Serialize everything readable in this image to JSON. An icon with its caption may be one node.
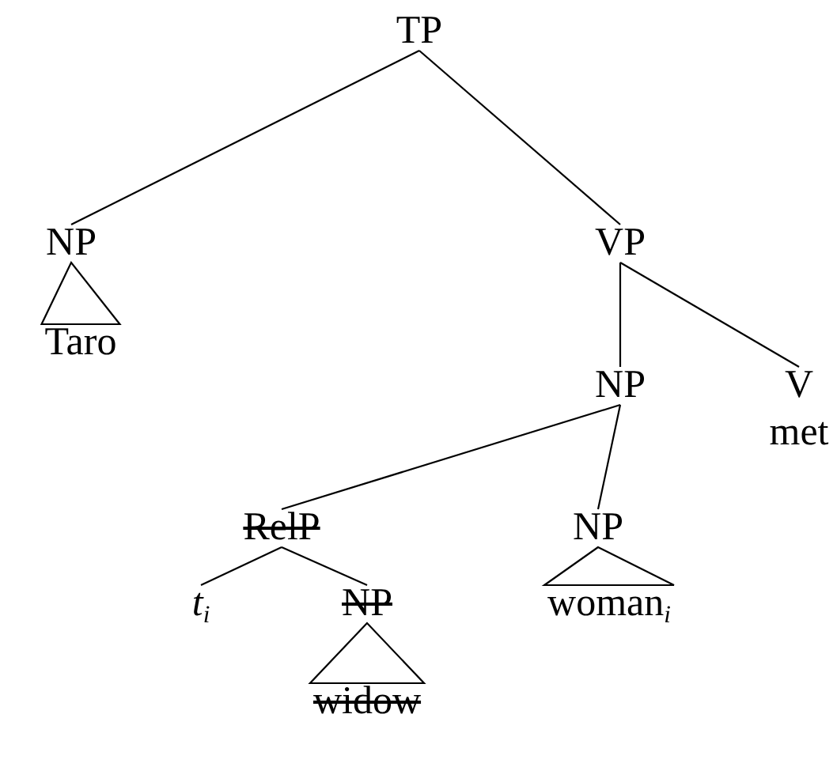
{
  "diagram": {
    "nodes": [
      {
        "text": [
          "TP"
        ]
      },
      {
        "text": [
          "NP"
        ]
      },
      {
        "text": [
          "Taro"
        ]
      },
      {
        "text": [
          "VP"
        ]
      },
      {
        "text": [
          "NP"
        ]
      },
      {
        "text": [
          "V"
        ],
        "beside": [
          "met"
        ]
      },
      {
        "text": [
          "RelP"
        ]
      },
      {
        "text": [
          "NP"
        ]
      },
      {
        "text": [
          "t$_{i}$"
        ]
      },
      {
        "text": [
          "NP"
        ]
      },
      {
        "text": [
          "woman$_{i}$"
        ]
      },
      {
        "text": [
          "widow"
        ]
      }
    ],
    "edges": [
      {
        "from": 0,
        "to": 1,
        "arrow": "none"
      },
      {
        "from": 0,
        "to": 3,
        "arrow": "none"
      },
      {
        "from": 1,
        "to": 2,
        "arrow": "none"
      },
      {
        "from": 3,
        "to": 4,
        "arrow": "none"
      },
      {
        "from": 3,
        "to": 5,
        "arrow": "none"
      },
      {
        "from": 4,
        "to": 6,
        "arrow": "none"
      },
      {
        "from": 4,
        "to": 7,
        "arrow": "none"
      },
      {
        "from": 6,
        "to": 8,
        "arrow": "none"
      },
      {
        "from": 6,
        "to": 9,
        "arrow": "none"
      },
      {
        "from": 7,
        "to": 10,
        "arrow": "none"
      },
      {
        "from": 9,
        "to": 11,
        "arrow": "none"
      }
    ]
  }
}
